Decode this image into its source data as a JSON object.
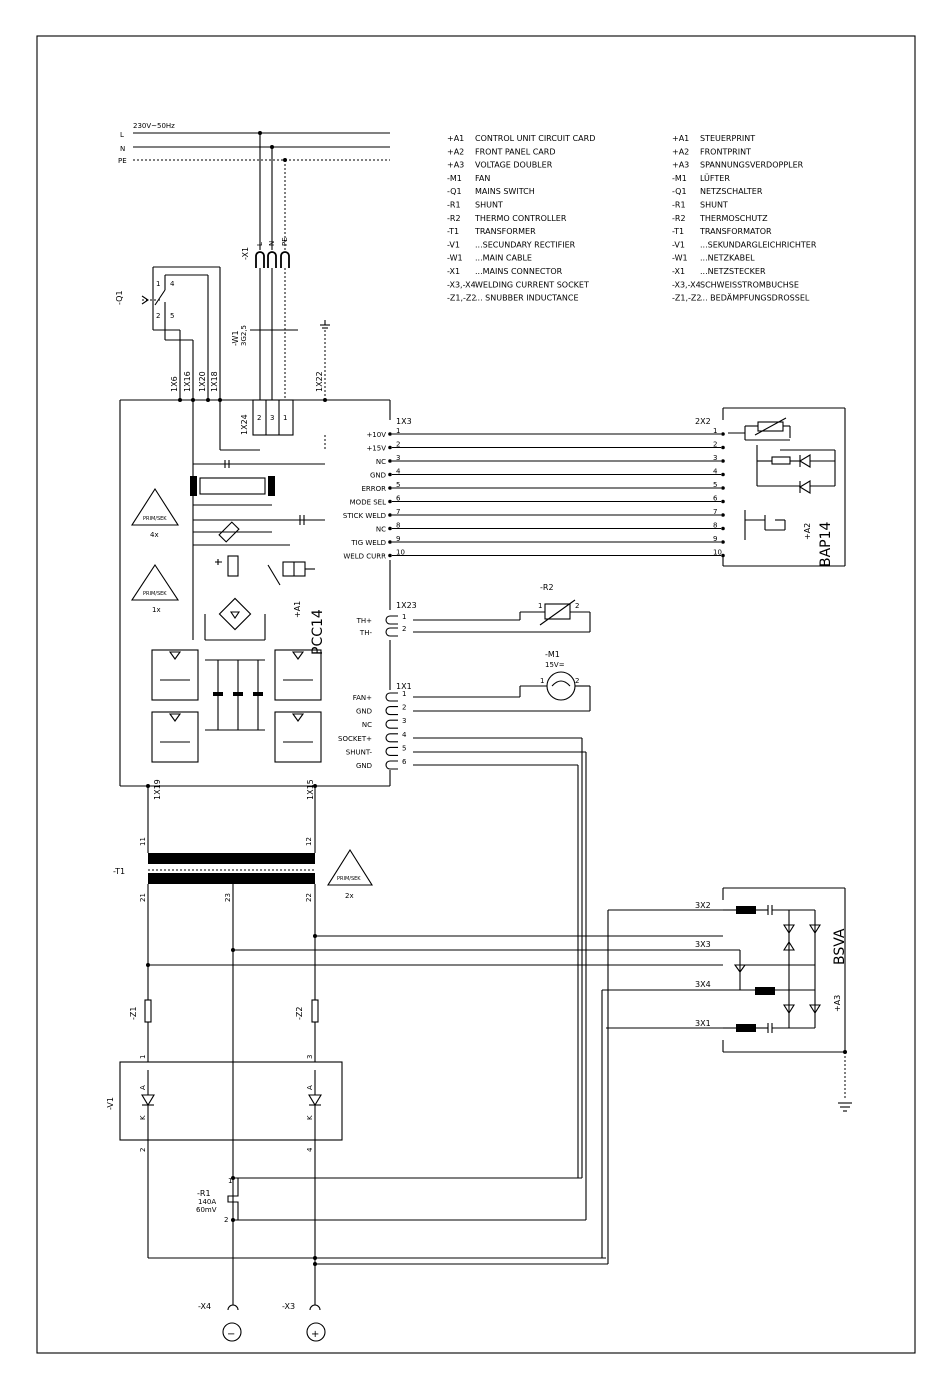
{
  "mains": {
    "supply": "230V~50Hz",
    "lines": [
      "L",
      "N",
      "PE"
    ]
  },
  "legend_en": [
    {
      "code": "+A1",
      "desc": "CONTROL UNIT CIRCUIT CARD"
    },
    {
      "code": "+A2",
      "desc": "FRONT PANEL CARD"
    },
    {
      "code": "+A3",
      "desc": "VOLTAGE DOUBLER"
    },
    {
      "code": "-M1",
      "desc": "FAN"
    },
    {
      "code": "-Q1",
      "desc": "MAINS SWITCH"
    },
    {
      "code": "-R1",
      "desc": "SHUNT"
    },
    {
      "code": "-R2",
      "desc": "THERMO CONTROLLER"
    },
    {
      "code": "-T1",
      "desc": "TRANSFORMER"
    },
    {
      "code": "-V1",
      "desc": "...SECUNDARY RECTIFIER"
    },
    {
      "code": "-W1",
      "desc": "...MAIN CABLE"
    },
    {
      "code": "-X1",
      "desc": "...MAINS CONNECTOR"
    },
    {
      "code": "-X3,-X4",
      "desc": "WELDING CURRENT SOCKET"
    },
    {
      "code": "-Z1,-Z2",
      "desc": "... SNUBBER INDUCTANCE"
    }
  ],
  "legend_de": [
    {
      "code": "+A1",
      "desc": "STEUERPRINT"
    },
    {
      "code": "+A2",
      "desc": "FRONTPRINT"
    },
    {
      "code": "+A3",
      "desc": "SPANNUNGSVERDOPPLER"
    },
    {
      "code": "-M1",
      "desc": "LÜFTER"
    },
    {
      "code": "-Q1",
      "desc": "NETZSCHALTER"
    },
    {
      "code": "-R1",
      "desc": "SHUNT"
    },
    {
      "code": "-R2",
      "desc": "THERMOSCHUTZ"
    },
    {
      "code": "-T1",
      "desc": "TRANSFORMATOR"
    },
    {
      "code": "-V1",
      "desc": "...SEKUNDARGLEICHRICHTER"
    },
    {
      "code": "-W1",
      "desc": "...NETZKABEL"
    },
    {
      "code": "-X1",
      "desc": "...NETZSTECKER"
    },
    {
      "code": "-X3,-X4",
      "desc": "SCHWEISSTROMBUCHSE"
    },
    {
      "code": "-Z1,-Z2",
      "desc": "... BEDÄMPFUNGSDROSSEL"
    }
  ],
  "components": {
    "x1": "-X1",
    "x1_pins": [
      "L",
      "N",
      "PE"
    ],
    "q1": "-Q1",
    "q1_pins": [
      "1",
      "2",
      "4",
      "5"
    ],
    "w1": "-W1",
    "w1_spec": "3G2,5",
    "connectors_top": [
      "1X6",
      "1X16",
      "1X20",
      "1X18",
      "1X24",
      "1X22"
    ],
    "x24_pins": [
      "2",
      "3",
      "1"
    ],
    "a1": "+A1",
    "a1_name": "PCC14",
    "warn_label": "PRIM/SEK",
    "warn_counts": [
      "4x",
      "1x",
      "2x"
    ],
    "a2": "+A2",
    "a2_name": "BAP14",
    "a3": "+A3",
    "a3_name": "BSVA",
    "r2": "-R2",
    "m1": "-M1",
    "m1_volt": "15V=",
    "t1": "-T1",
    "z1": "-Z1",
    "z2": "-Z2",
    "v1": "-V1",
    "r1": "-R1",
    "r1_spec": [
      "140A",
      "60mV"
    ],
    "x4": "-X4",
    "x3": "-X3",
    "x4_symbol": "−",
    "x3_symbol": "+",
    "x19": "1X19",
    "x15": "1X15"
  },
  "x3_conn": {
    "name": "1X3",
    "pins": [
      {
        "n": "1",
        "label": "+10V"
      },
      {
        "n": "2",
        "label": "+15V"
      },
      {
        "n": "3",
        "label": "NC"
      },
      {
        "n": "4",
        "label": "GND"
      },
      {
        "n": "5",
        "label": "ERROR"
      },
      {
        "n": "6",
        "label": "MODE SEL"
      },
      {
        "n": "7",
        "label": "STICK WELD"
      },
      {
        "n": "8",
        "label": "NC"
      },
      {
        "n": "9",
        "label": "TIG WELD"
      },
      {
        "n": "10",
        "label": "WELD CURR"
      }
    ],
    "far_name": "2X2"
  },
  "x23_conn": {
    "name": "1X23",
    "pins": [
      {
        "n": "1",
        "label": "TH+"
      },
      {
        "n": "2",
        "label": "TH-"
      }
    ]
  },
  "x1_conn": {
    "name": "1X1",
    "pins": [
      {
        "n": "1",
        "label": "FAN+"
      },
      {
        "n": "2",
        "label": "GND"
      },
      {
        "n": "3",
        "label": "NC"
      },
      {
        "n": "4",
        "label": "SOCKET+"
      },
      {
        "n": "5",
        "label": "SHUNT-"
      },
      {
        "n": "6",
        "label": "GND"
      }
    ]
  },
  "bsva_pins": [
    "3X2",
    "3X3",
    "3X4",
    "3X1"
  ],
  "transformer_pins": [
    "11",
    "12",
    "21",
    "23",
    "22"
  ],
  "rectifier_pins": [
    "1",
    "3",
    "2",
    "4"
  ],
  "diode_letters": [
    "A",
    "K"
  ],
  "misc_labels": [
    "1",
    "2"
  ]
}
